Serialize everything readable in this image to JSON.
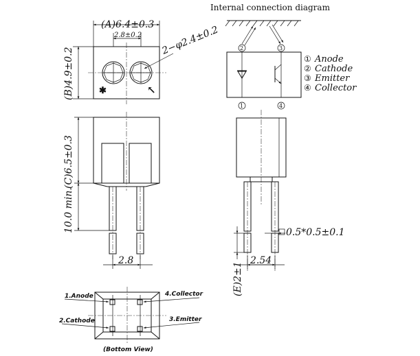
{
  "title": "Internal connection diagram",
  "dims": {
    "a": "(A)6.4±0.3",
    "pitch_top": "2.8±0.2",
    "hole": "2−φ2.4±0.2",
    "b": "(B)4.9±0.2",
    "c": "(C)6.5±0.3",
    "lead_len": "10.0  min.",
    "pitch_bottom": "2.8",
    "lead_sq": "0.5*0.5±0.1",
    "lead_pitch": "2.54",
    "e": "(E)2±1"
  },
  "pins": {
    "p1": "1",
    "p2": "2",
    "p3": "3",
    "p4": "4",
    "l1": "①",
    "l2": "②",
    "l3": "③",
    "l4": "④"
  },
  "legend": [
    {
      "num": "①",
      "label": "Anode"
    },
    {
      "num": "②",
      "label": "Cathode"
    },
    {
      "num": "③",
      "label": "Emitter"
    },
    {
      "num": "④",
      "label": "Collector"
    }
  ],
  "bottom": {
    "anode": "1.Anode",
    "cathode": "2.Cathode",
    "collector": "4.Collector",
    "emitter": "3.Emitter",
    "view": "(Bottom  View)"
  }
}
